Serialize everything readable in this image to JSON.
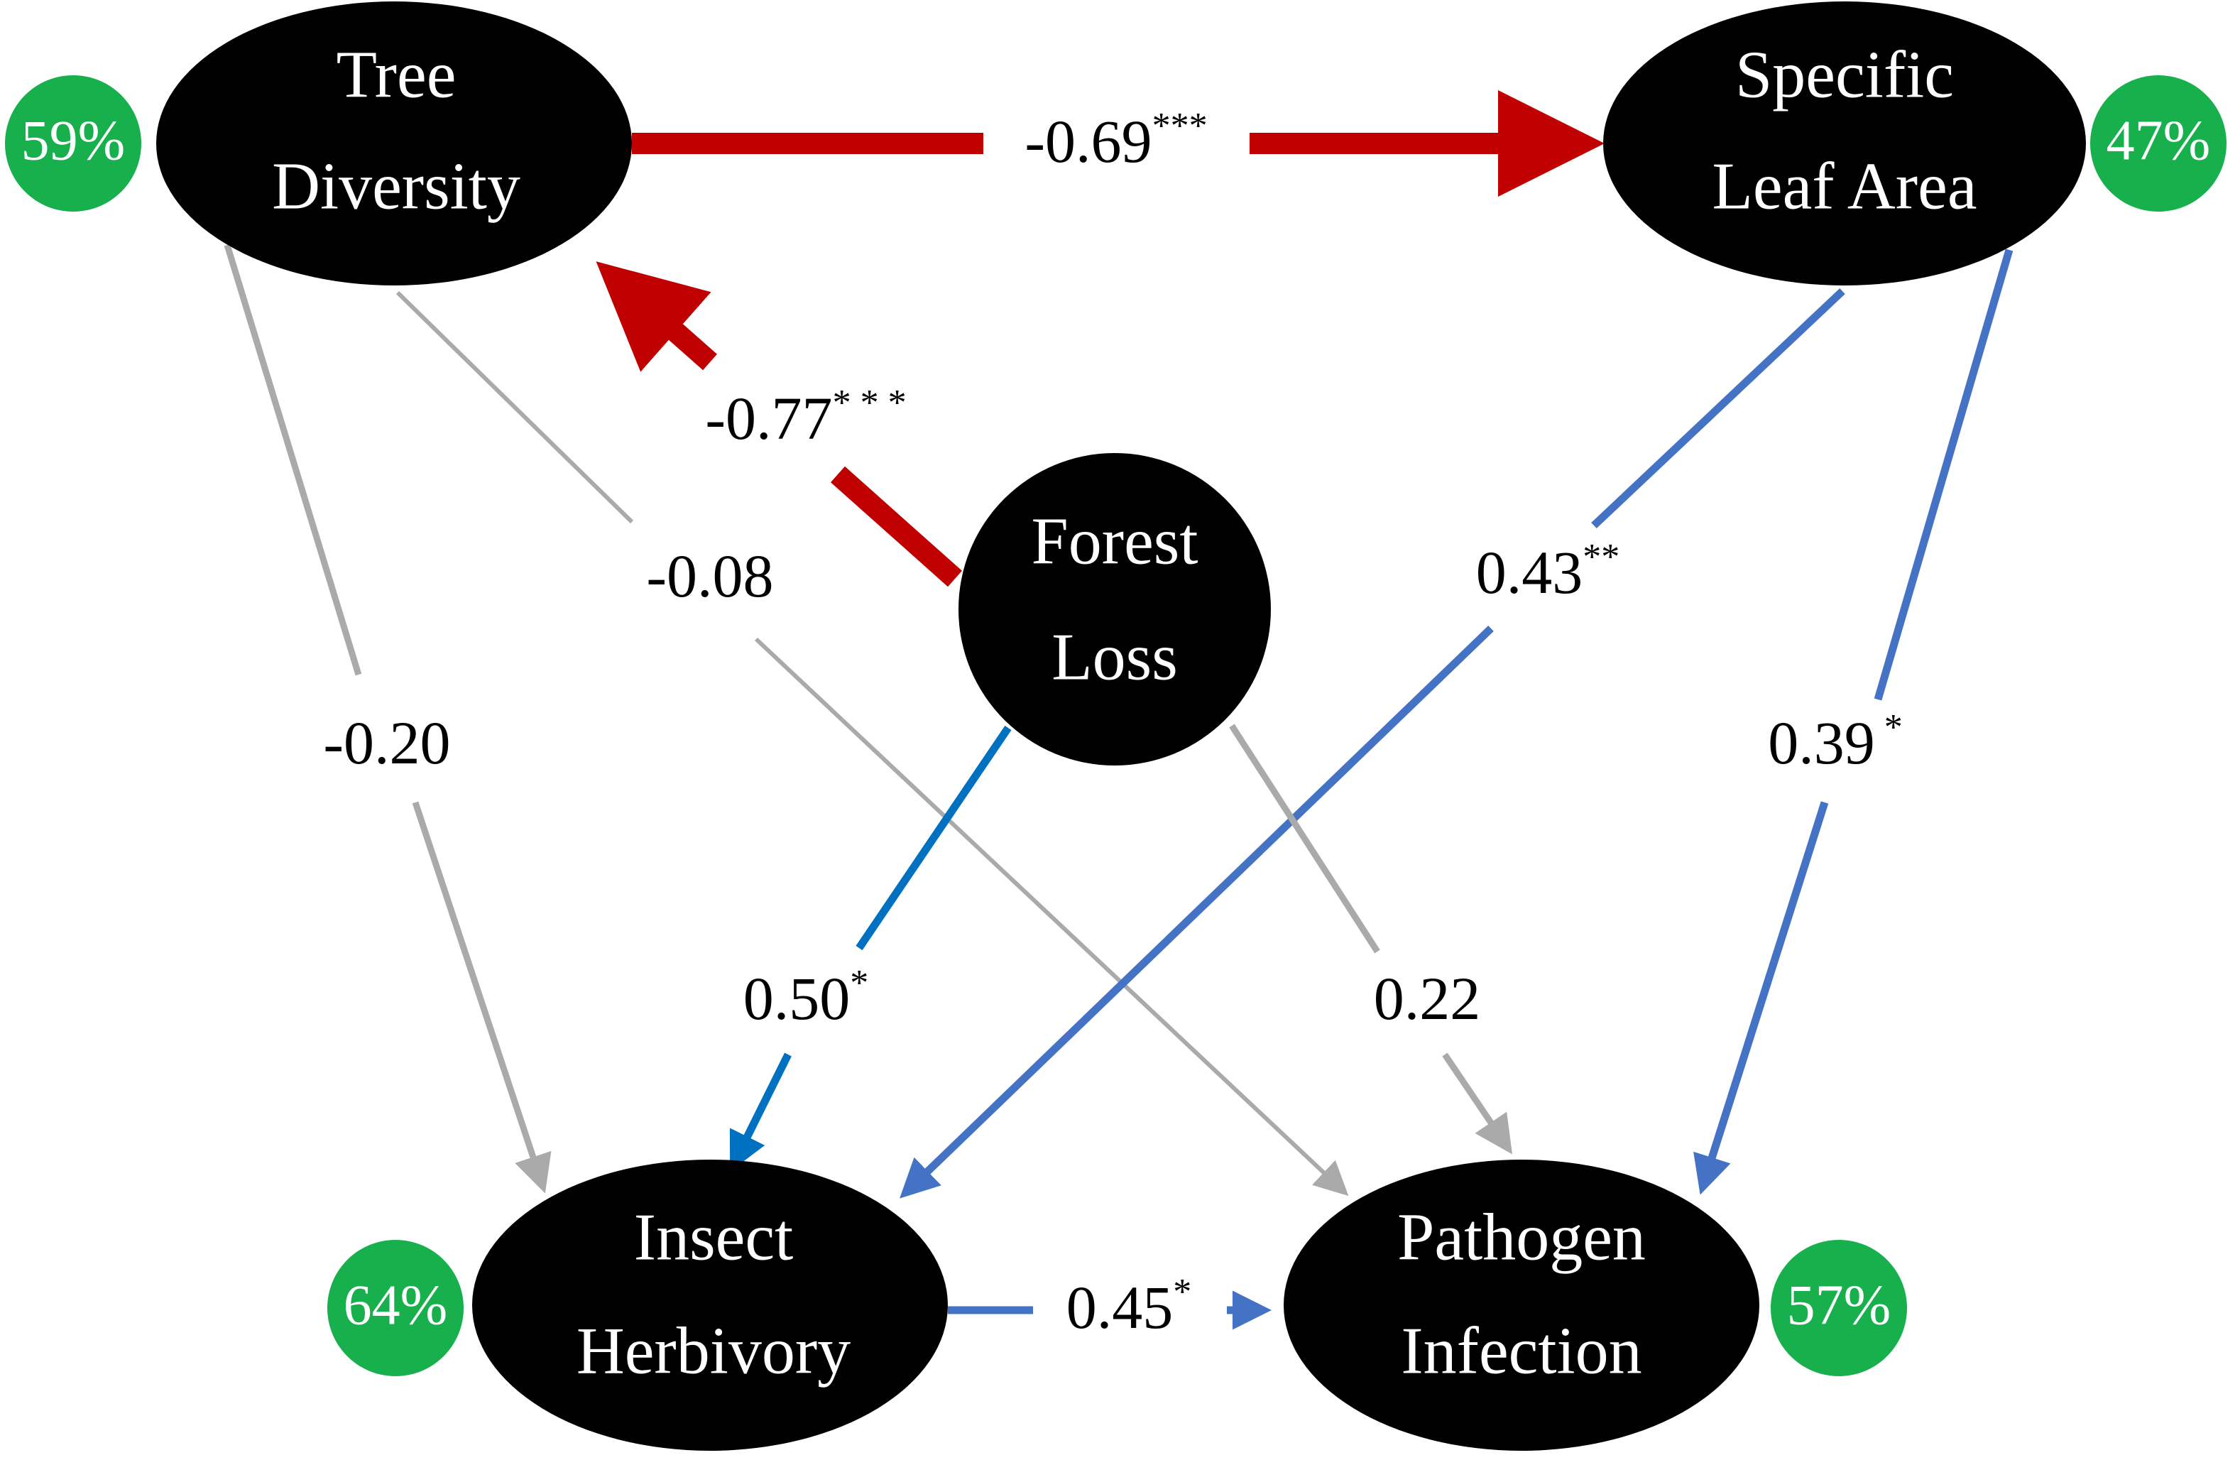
{
  "colors": {
    "node_fill": "#000000",
    "node_text": "#ffffff",
    "r2_fill": "#17b04d",
    "negative_path": "#c00000",
    "positive_path_light": "#4472c4",
    "positive_path_dark": "#0070c0",
    "nonsignificant_path": "#aaaaaa",
    "coefficient_text": "#000000"
  },
  "nodes": {
    "tree_diversity": {
      "line1": "Tree",
      "line2": "Diversity",
      "r2": "59%"
    },
    "specific_leaf_area": {
      "line1": "Specific",
      "line2": "Leaf Area",
      "r2": "47%"
    },
    "forest_loss": {
      "line1": "Forest",
      "line2": "Loss"
    },
    "insect_herbivory": {
      "line1": "Insect",
      "line2": "Herbivory",
      "r2": "64%"
    },
    "pathogen_infection": {
      "line1": "Pathogen",
      "line2": "Infection",
      "r2": "57%"
    }
  },
  "paths": {
    "tree_to_sla": {
      "value": "-0.69",
      "stars": "***",
      "significant": true,
      "sign": "negative"
    },
    "forest_to_tree": {
      "value": "-0.77",
      "stars": "* * *",
      "significant": true,
      "sign": "negative"
    },
    "tree_to_insect": {
      "value": "-0.20",
      "stars": "",
      "significant": false,
      "sign": "negative"
    },
    "tree_to_pathogen": {
      "value": "-0.08",
      "stars": "",
      "significant": false,
      "sign": "negative"
    },
    "sla_to_insect": {
      "value": "0.43",
      "stars": "**",
      "significant": true,
      "sign": "positive"
    },
    "sla_to_pathogen": {
      "value": "0.39",
      "stars": " *",
      "significant": true,
      "sign": "positive"
    },
    "forest_to_insect": {
      "value": "0.50",
      "stars": "*",
      "significant": true,
      "sign": "positive"
    },
    "forest_to_pathogen": {
      "value": "0.22",
      "stars": "",
      "significant": false,
      "sign": "positive"
    },
    "insect_to_pathogen": {
      "value": "0.45",
      "stars": "*",
      "significant": true,
      "sign": "positive"
    }
  }
}
